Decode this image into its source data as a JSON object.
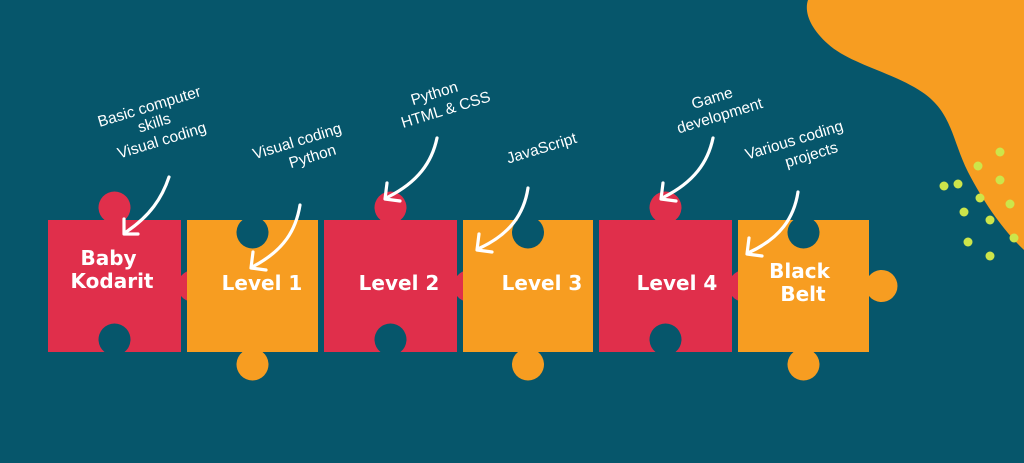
{
  "colors": {
    "background": "#06566B",
    "red": "#E02F4B",
    "orange": "#F79D21",
    "dots": "#CDE54A",
    "text": "#FFFFFF"
  },
  "levels": [
    {
      "label_lines": [
        "Baby",
        "Kodarit"
      ],
      "color": "red",
      "note_lines": [
        "Basic computer",
        "skills",
        "Visual coding"
      ]
    },
    {
      "label_lines": [
        "Level 1"
      ],
      "color": "orange",
      "note_lines": [
        "Visual coding",
        "Python"
      ]
    },
    {
      "label_lines": [
        "Level 2"
      ],
      "color": "red",
      "note_lines": [
        "Python",
        "HTML & CSS"
      ]
    },
    {
      "label_lines": [
        "Level 3"
      ],
      "color": "orange",
      "note_lines": [
        "JavaScript"
      ]
    },
    {
      "label_lines": [
        "Level 4"
      ],
      "color": "red",
      "note_lines": [
        "Game",
        "development"
      ]
    },
    {
      "label_lines": [
        "Black",
        "Belt"
      ],
      "color": "orange",
      "note_lines": [
        "Various coding",
        "projects"
      ]
    }
  ]
}
